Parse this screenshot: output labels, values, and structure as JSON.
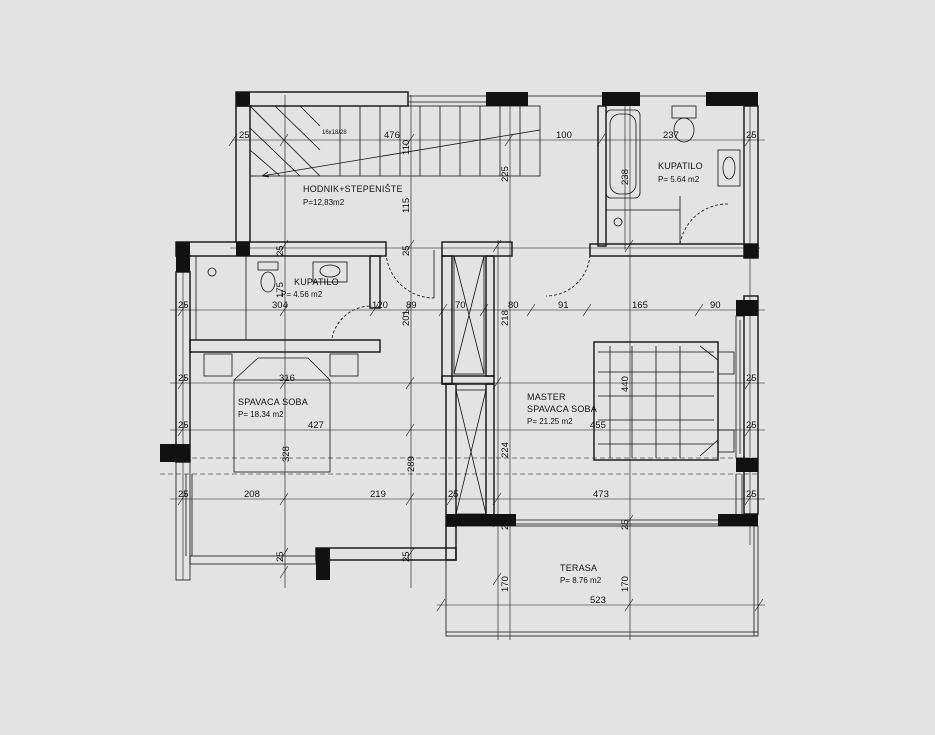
{
  "rooms": [
    {
      "id": "hodnik",
      "name": "HODNIK+STEPENIŠTE",
      "area": "P=12,83m2"
    },
    {
      "id": "kupatilo1",
      "name": "KUPATILO",
      "area": "P= 5.64 m2"
    },
    {
      "id": "kupatilo2",
      "name": "KUPATILO",
      "area": "P= 4.56 m2"
    },
    {
      "id": "spavaca",
      "name": "SPAVACA SOBA",
      "area": "P= 18.34 m2"
    },
    {
      "id": "master1",
      "name": "MASTER",
      "area": ""
    },
    {
      "id": "master2",
      "name": "SPAVACA  SOBA",
      "area": "P= 21.25 m2"
    },
    {
      "id": "terasa",
      "name": "TERASA",
      "area": "P= 8.76 m2"
    }
  ],
  "stair_label": "16x18/28",
  "dimensions": {
    "h_top": [
      "476",
      "100",
      "237"
    ],
    "h_mid": [
      "304",
      "120",
      "89",
      "70",
      "80",
      "91",
      "165",
      "90"
    ],
    "h_bed": [
      "316",
      "427",
      "455"
    ],
    "h_low": [
      "208",
      "219",
      "473"
    ],
    "h_terrace": [
      "523"
    ],
    "v_top": [
      "110",
      "225",
      "238"
    ],
    "v_mid": [
      "115",
      "175",
      "201",
      "218",
      "440"
    ],
    "v_low": [
      "328",
      "289",
      "224"
    ],
    "v_terrace": [
      "170",
      "170"
    ],
    "wall": "25"
  }
}
